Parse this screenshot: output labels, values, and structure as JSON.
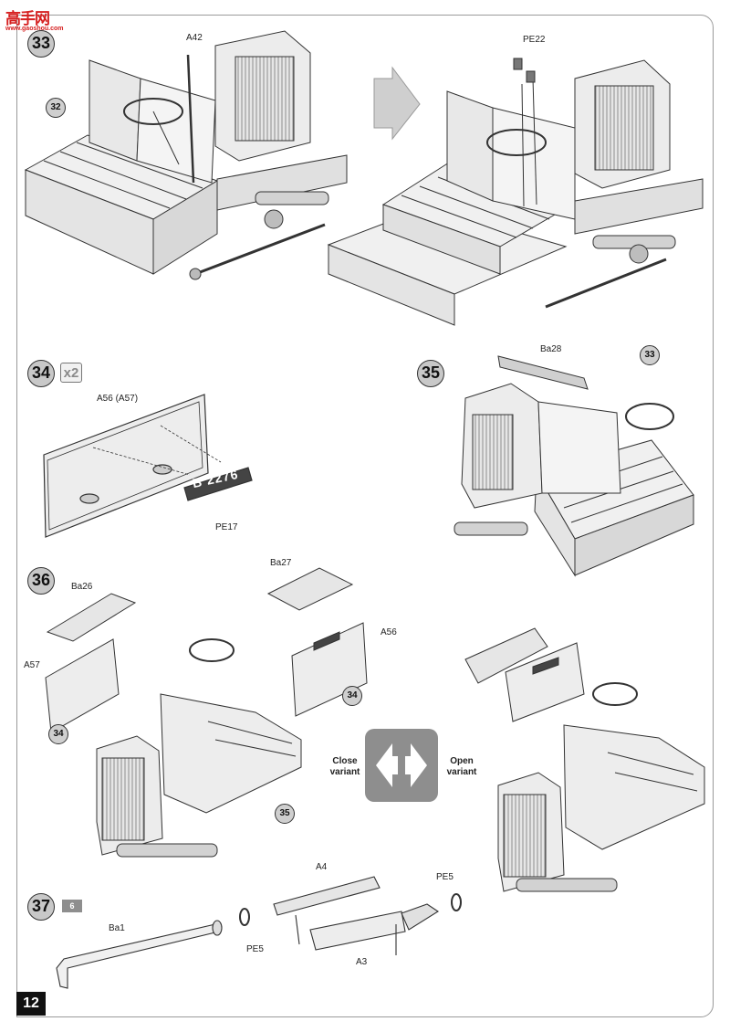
{
  "logo": {
    "text": "高手网",
    "url": "www.gaoshou.com"
  },
  "page_number": "12",
  "steps": {
    "s33": "33",
    "s34": "34",
    "s35": "35",
    "s36": "36",
    "s37": "37"
  },
  "step34_multiplier": "x2",
  "step37_paint_ref": "6",
  "parts": {
    "a42": "A42",
    "pe22": "PE22",
    "ref32": "32",
    "a56_a57": "A56 (A57)",
    "pe17": "PE17",
    "plate_text": "B 2276",
    "ba28": "Ba28",
    "ref33": "33",
    "ba26": "Ba26",
    "ba27": "Ba27",
    "a57": "A57",
    "a56": "A56",
    "ref34a": "34",
    "ref34b": "34",
    "ref35": "35",
    "a4": "A4",
    "pe5_right": "PE5",
    "ba1": "Ba1",
    "pe5_left": "PE5",
    "a3": "A3"
  },
  "variants": {
    "close": "Close\nvariant",
    "open": "Open\nvariant"
  },
  "colors": {
    "step_fill": "#c8c8c8",
    "logo_red": "#d62020",
    "switch_gray": "#8e8e8e"
  }
}
